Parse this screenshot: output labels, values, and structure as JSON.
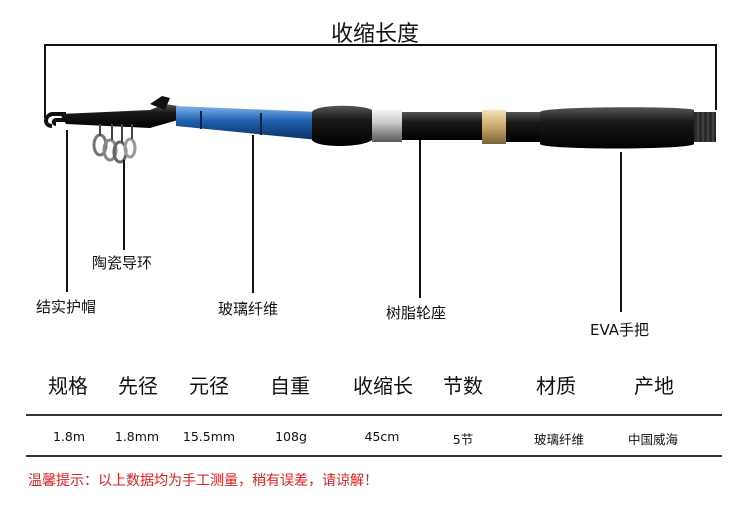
{
  "title": "收缩长度",
  "callouts": {
    "ceramic_ring": "陶瓷导环",
    "tip_cap": "结实护帽",
    "fiberglass": "玻璃纤维",
    "reel_seat": "树脂轮座",
    "eva_handle": "EVA手把"
  },
  "specs": {
    "headers": [
      "规格",
      "先径",
      "元径",
      "自重",
      "收缩长",
      "节数",
      "材质",
      "产地"
    ],
    "values": [
      "1.8m",
      "1.8mm",
      "15.5mm",
      "108g",
      "45cm",
      "5节",
      "玻璃纤维",
      "中国威海"
    ]
  },
  "notice": "温馨提示：以上数据均为手工测量，稍有误差，请谅解！",
  "colors": {
    "blank_blue": "#1f5fae",
    "notice_red": "#e02020"
  }
}
